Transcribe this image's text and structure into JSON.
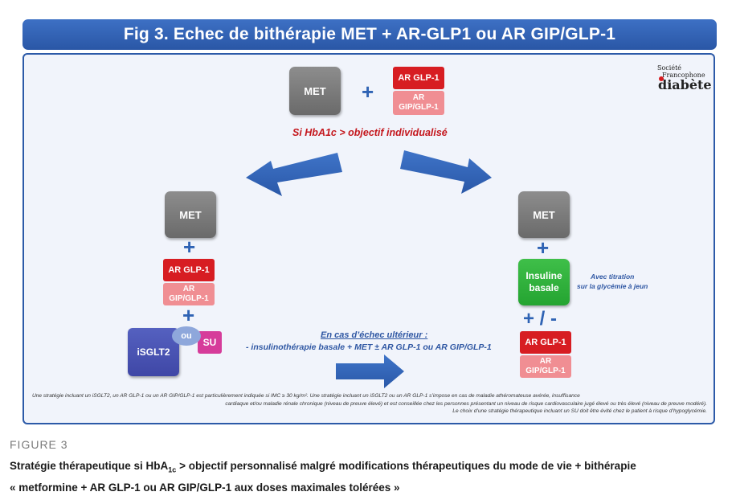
{
  "title": "Fig 3. Echec de bithérapie MET + AR-GLP1 ou AR GIP/GLP-1",
  "logo": {
    "line1": "Société",
    "line2": "Francophone",
    "line3": "diabète"
  },
  "top": {
    "met": "MET",
    "plus": "+",
    "arglp1": "AR GLP-1",
    "argip_line1": "AR",
    "argip_line2": "GIP/GLP-1",
    "condition": "Si HbA1c > objectif individualisé"
  },
  "left": {
    "met": "MET",
    "plus1": "+",
    "arglp1": "AR GLP-1",
    "argip_line1": "AR",
    "argip_line2": "GIP/GLP-1",
    "plus2": "+",
    "isglt2": "iSGLT2",
    "ou": "ou",
    "su": "SU"
  },
  "middle": {
    "line1": "En cas d’échec ultérieur :",
    "line2": "- insulinothérapie basale + MET ± AR GLP-1 ou AR GIP/GLP-1"
  },
  "right": {
    "met": "MET",
    "plus": "+",
    "insuline_line1": "Insuline",
    "insuline_line2": "basale",
    "titration_line1": "Avec titration",
    "titration_line2": "sur la glycémie à jeun",
    "plusminus": "+ / -",
    "arglp1": "AR GLP-1",
    "argip_line1": "AR",
    "argip_line2": "GIP/GLP-1"
  },
  "footnote": {
    "line1": "Une stratégie incluant un iSGLT2, un AR GLP-1 ou un AR GIP/GLP-1 est particulièrement indiquée si IMC ≥ 30 kg/m². Une stratégie incluant un iSGLT2 ou un AR GLP-1 s’impose en cas de maladie athéromateuse avérée, insuffisance",
    "line2": "cardiaque et/ou maladie rénale chronique (niveau de preuve élevé) et est conseillée chez les personnes présentant un niveau de risque cardiovasculaire jugé élevé ou très élevé (niveau de preuve modéré).",
    "line3": "Le choix d’une stratégie thérapeutique incluant un SU doit être évité chez le patient à risque d’hypoglycémie."
  },
  "caption": {
    "label": "FIGURE 3",
    "line1_prefix": "Stratégie thérapeutique si HbA",
    "line1_sub": "1c",
    "line1_suffix": " > objectif personnalisé malgré modifications thérapeutiques du mode de vie + bithérapie",
    "line2": "«  metformine + AR GLP-1 ou AR GIP/GLP-1 aux doses maximales tolérées »"
  },
  "colors": {
    "title_blue": "#2a57a6",
    "met_gray": "#7a7a7a",
    "glp_red": "#d71d22",
    "gip_pink": "#f08e93",
    "sglt2_blue": "#4750b0",
    "su_magenta": "#d63c9a",
    "insulin_green": "#2fae3b",
    "arrow_blue": "#2f63b4"
  }
}
